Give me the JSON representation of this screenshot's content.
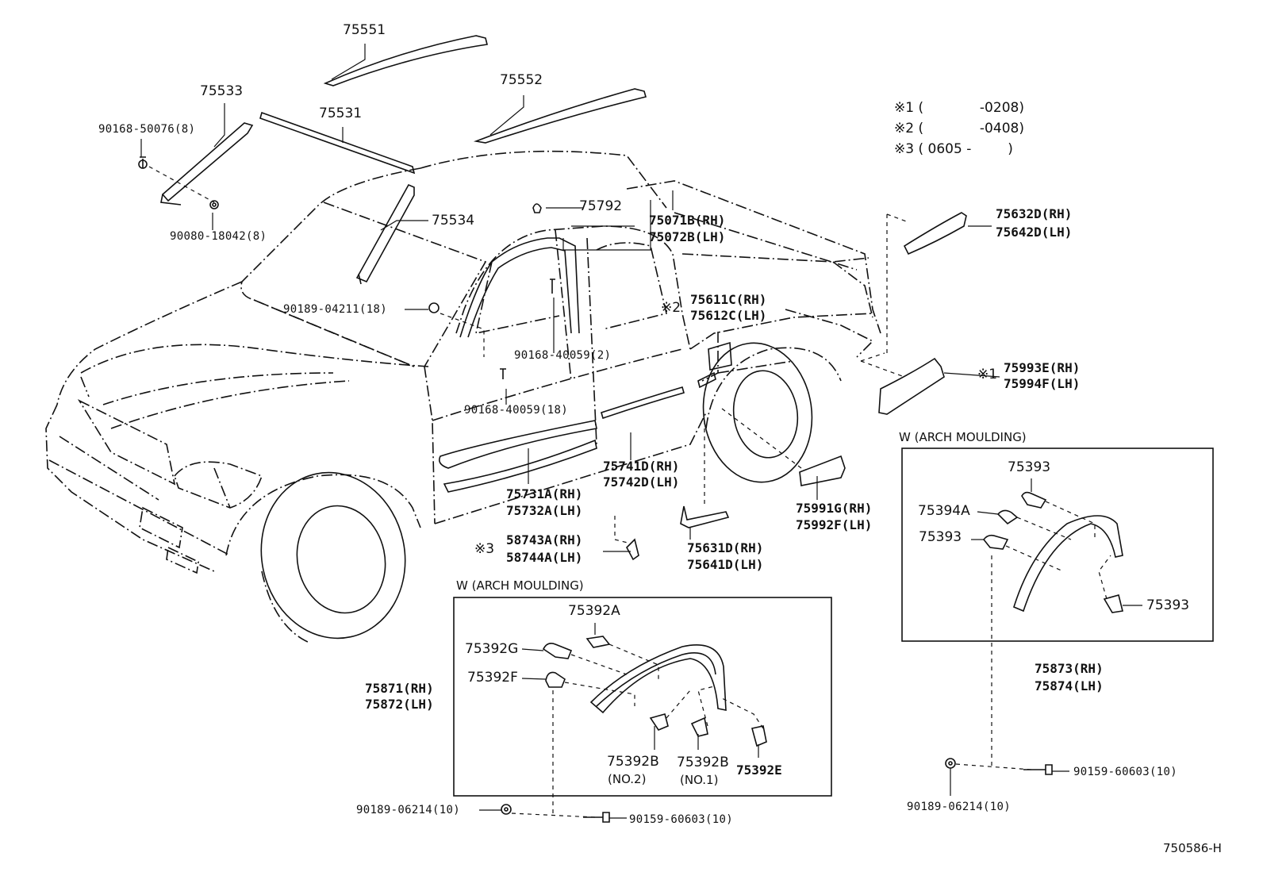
{
  "diagram_code": "750586-H",
  "notes": [
    {
      "mark": "※1",
      "open": "(",
      "from": "",
      "to": "-0208",
      "close": ")"
    },
    {
      "mark": "※2",
      "open": "(",
      "from": "",
      "to": "-0408",
      "close": ")"
    },
    {
      "mark": "※3",
      "open": "(",
      "from": "0605",
      "to": "-",
      "close": ")"
    }
  ],
  "parts": {
    "p75551": "75551",
    "p75552": "75552",
    "p75533": "75533",
    "p75531": "75531",
    "p75534": "75534",
    "p90168_50076": "90168-50076(8)",
    "p90080_18042": "90080-18042(8)",
    "p75792": "75792",
    "p75071B": "75071B(RH)",
    "p75072B": "75072B(LH)",
    "p75632D": "75632D(RH)",
    "p75642D": "75642D(LH)",
    "p90189_04211": "90189-04211(18)",
    "p75611C": "75611C(RH)",
    "p75612C": "75612C(LH)",
    "mark2": "※2",
    "p90168_40059_2": "90168-40059(2)",
    "p90168_40059_18": "90168-40059(18)",
    "mark1": "※1",
    "p75993E": "75993E(RH)",
    "p75994F": "75994F(LH)",
    "p75741D": "75741D(RH)",
    "p75742D": "75742D(LH)",
    "p75731A": "75731A(RH)",
    "p75732A": "75732A(LH)",
    "p75991G": "75991G(RH)",
    "p75992F": "75992F(LH)",
    "mark3": "※3",
    "p58743A": "58743A(RH)",
    "p58744A": "58744A(LH)",
    "p75631D": "75631D(RH)",
    "p75641D": "75641D(LH)"
  },
  "box_left": {
    "title": "W (ARCH MOULDING)",
    "p75392A": "75392A",
    "p75392G": "75392G",
    "p75392F": "75392F",
    "p75871": "75871(RH)",
    "p75872": "75872(LH)",
    "p75392B_a": "75392B",
    "no2": "(NO.2)",
    "p75392B_b": "75392B",
    "no1": "(NO.1)",
    "p75392E": "75392E",
    "p90189_06214": "90189-06214(10)",
    "p90159_60603": "90159-60603(10)"
  },
  "box_right": {
    "title": "W (ARCH MOULDING)",
    "p75393_a": "75393",
    "p75394A": "75394A",
    "p75393_b": "75393",
    "p75393_c": "75393",
    "p75873": "75873(RH)",
    "p75874": "75874(LH)",
    "p90189_06214": "90189-06214(10)",
    "p90159_60603": "90159-60603(10)"
  }
}
